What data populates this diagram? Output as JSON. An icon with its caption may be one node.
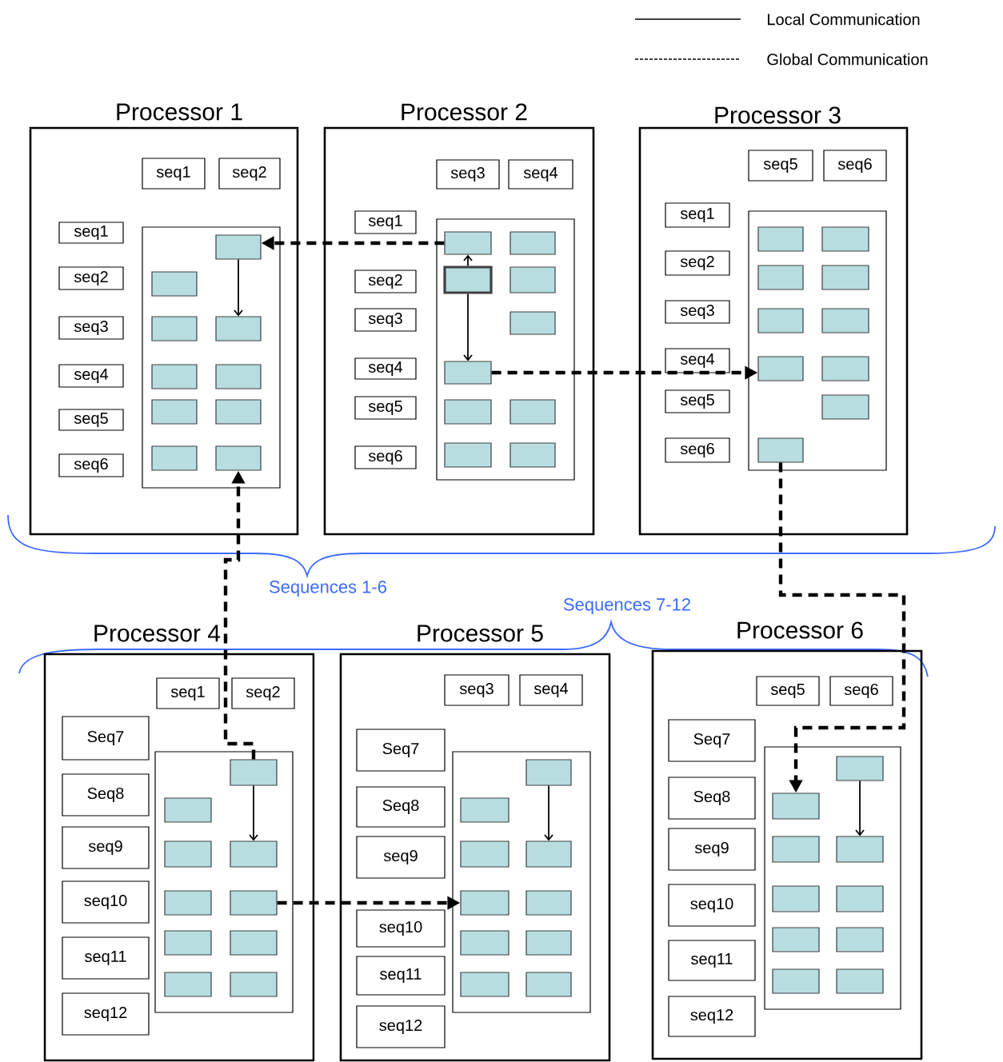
{
  "diagram": {
    "nodes": [
      {
        "text": [
          "Processor 1"
        ]
      },
      {
        "text": [
          "seq1"
        ],
        "in": 0
      },
      {
        "text": [
          "seq2"
        ],
        "in": 0
      },
      {
        "text": [
          "seq1"
        ],
        "in": 0
      },
      {
        "text": [
          "seq2"
        ],
        "in": 0
      },
      {
        "text": [
          "seq3"
        ],
        "in": 0
      },
      {
        "text": [
          "seq4"
        ],
        "in": 0
      },
      {
        "text": [
          "seq5"
        ],
        "in": 0
      },
      {
        "text": [
          "seq6"
        ],
        "in": 0
      },
      {
        "text": [],
        "shape": "box",
        "in": 0
      },
      {
        "text": [],
        "shape": "box",
        "in": 9
      },
      {
        "text": [],
        "shape": "box",
        "in": 9
      },
      {
        "text": [],
        "shape": "box",
        "in": 9
      },
      {
        "text": [],
        "shape": "box",
        "in": 9
      },
      {
        "text": [],
        "shape": "box",
        "in": 9
      },
      {
        "text": [],
        "shape": "box",
        "in": 9
      },
      {
        "text": [],
        "shape": "box",
        "in": 9
      },
      {
        "text": [],
        "shape": "box",
        "in": 9
      },
      {
        "text": [],
        "shape": "box",
        "in": 9
      },
      {
        "text": [],
        "shape": "box",
        "in": 9
      },
      {
        "text": [
          "Processor 2"
        ]
      },
      {
        "text": [
          "seq3"
        ],
        "in": 20
      },
      {
        "text": [
          "seq4"
        ],
        "in": 20
      },
      {
        "text": [
          "seq1"
        ],
        "in": 20
      },
      {
        "text": [
          "seq2"
        ],
        "in": 20
      },
      {
        "text": [
          "seq3"
        ],
        "in": 20
      },
      {
        "text": [
          "seq4"
        ],
        "in": 20
      },
      {
        "text": [
          "seq5"
        ],
        "in": 20
      },
      {
        "text": [
          "seq6"
        ],
        "in": 20
      },
      {
        "text": [],
        "shape": "box",
        "in": 20
      },
      {
        "text": [],
        "shape": "box",
        "in": 29
      },
      {
        "text": [],
        "shape": "box",
        "in": 29
      },
      {
        "text": [],
        "shape": "box",
        "in": 29
      },
      {
        "text": [],
        "shape": "box",
        "in": 29
      },
      {
        "text": [],
        "shape": "box",
        "in": 29
      },
      {
        "text": [],
        "shape": "box",
        "in": 29
      },
      {
        "text": [],
        "shape": "box",
        "in": 29
      },
      {
        "text": [],
        "shape": "box",
        "in": 29
      },
      {
        "text": [],
        "shape": "box",
        "in": 29
      },
      {
        "text": [],
        "shape": "box",
        "in": 29
      },
      {
        "text": [
          "Processor 3"
        ]
      },
      {
        "text": [
          "seq5"
        ],
        "in": 40
      },
      {
        "text": [
          "seq6"
        ],
        "in": 40
      },
      {
        "text": [
          "seq1"
        ],
        "in": 40
      },
      {
        "text": [
          "seq2"
        ],
        "in": 40
      },
      {
        "text": [
          "seq3"
        ],
        "in": 40
      },
      {
        "text": [
          "seq4"
        ],
        "in": 40
      },
      {
        "text": [
          "seq5"
        ],
        "in": 40
      },
      {
        "text": [
          "seq6"
        ],
        "in": 40
      },
      {
        "text": [],
        "shape": "box",
        "in": 40
      },
      {
        "text": [],
        "shape": "box",
        "in": 49
      },
      {
        "text": [],
        "shape": "box",
        "in": 49
      },
      {
        "text": [],
        "shape": "box",
        "in": 49
      },
      {
        "text": [],
        "shape": "box",
        "in": 49
      },
      {
        "text": [],
        "shape": "box",
        "in": 49
      },
      {
        "text": [],
        "shape": "box",
        "in": 49
      },
      {
        "text": [],
        "shape": "box",
        "in": 49
      },
      {
        "text": [],
        "shape": "box",
        "in": 49
      },
      {
        "text": [],
        "shape": "box",
        "in": 49
      },
      {
        "text": [],
        "shape": "box",
        "in": 49
      },
      {
        "text": [
          "Processor 4"
        ]
      },
      {
        "text": [
          "seq1"
        ],
        "in": 60
      },
      {
        "text": [
          "seq2"
        ],
        "in": 60
      },
      {
        "text": [
          "Seq7"
        ],
        "in": 60
      },
      {
        "text": [
          "Seq8"
        ],
        "in": 60
      },
      {
        "text": [
          "seq9"
        ],
        "in": 60
      },
      {
        "text": [
          "seq10"
        ],
        "in": 60
      },
      {
        "text": [
          "seq11"
        ],
        "in": 60
      },
      {
        "text": [
          "seq12"
        ],
        "in": 60
      },
      {
        "text": [],
        "shape": "box",
        "in": 60
      },
      {
        "text": [],
        "shape": "box",
        "in": 69
      },
      {
        "text": [],
        "shape": "box",
        "in": 69
      },
      {
        "text": [],
        "shape": "box",
        "in": 69
      },
      {
        "text": [],
        "shape": "box",
        "in": 69
      },
      {
        "text": [],
        "shape": "box",
        "in": 69
      },
      {
        "text": [],
        "shape": "box",
        "in": 69
      },
      {
        "text": [],
        "shape": "box",
        "in": 69
      },
      {
        "text": [],
        "shape": "box",
        "in": 69
      },
      {
        "text": [],
        "shape": "box",
        "in": 69
      },
      {
        "text": [],
        "shape": "box",
        "in": 69
      },
      {
        "text": [
          "Processor 5"
        ]
      },
      {
        "text": [
          "seq3"
        ],
        "in": 80
      },
      {
        "text": [
          "seq4"
        ],
        "in": 80
      },
      {
        "text": [
          "Seq7"
        ],
        "in": 80
      },
      {
        "text": [
          "Seq8"
        ],
        "in": 80
      },
      {
        "text": [
          "seq9"
        ],
        "in": 80
      },
      {
        "text": [
          "seq10"
        ],
        "in": 80
      },
      {
        "text": [
          "seq11"
        ],
        "in": 80
      },
      {
        "text": [
          "seq12"
        ],
        "in": 80
      },
      {
        "text": [],
        "shape": "box",
        "in": 80
      },
      {
        "text": [],
        "shape": "box",
        "in": 89
      },
      {
        "text": [],
        "shape": "box",
        "in": 89
      },
      {
        "text": [],
        "shape": "box",
        "in": 89
      },
      {
        "text": [],
        "shape": "box",
        "in": 89
      },
      {
        "text": [],
        "shape": "box",
        "in": 89
      },
      {
        "text": [],
        "shape": "box",
        "in": 89
      },
      {
        "text": [],
        "shape": "box",
        "in": 89
      },
      {
        "text": [],
        "shape": "box",
        "in": 89
      },
      {
        "text": [],
        "shape": "box",
        "in": 89
      },
      {
        "text": [],
        "shape": "box",
        "in": 89
      },
      {
        "text": [
          "Processor 6"
        ]
      },
      {
        "text": [
          "seq5"
        ],
        "in": 100
      },
      {
        "text": [
          "seq6"
        ],
        "in": 100
      },
      {
        "text": [
          "Seq7"
        ],
        "in": 100
      },
      {
        "text": [
          "Seq8"
        ],
        "in": 100
      },
      {
        "text": [
          "seq9"
        ],
        "in": 100
      },
      {
        "text": [
          "seq10"
        ],
        "in": 100
      },
      {
        "text": [
          "seq11"
        ],
        "in": 100
      },
      {
        "text": [
          "seq12"
        ],
        "in": 100
      },
      {
        "text": [],
        "shape": "box",
        "in": 100
      },
      {
        "text": [],
        "shape": "box",
        "in": 109
      },
      {
        "text": [],
        "shape": "box",
        "in": 109
      },
      {
        "text": [],
        "shape": "box",
        "in": 109
      },
      {
        "text": [],
        "shape": "box",
        "in": 109
      },
      {
        "text": [],
        "shape": "box",
        "in": 109
      },
      {
        "text": [],
        "shape": "box",
        "in": 109
      },
      {
        "text": [],
        "shape": "box",
        "in": 109
      },
      {
        "text": [],
        "shape": "box",
        "in": 109
      },
      {
        "text": [],
        "shape": "box",
        "in": 109
      },
      {
        "text": [],
        "shape": "box",
        "in": 109
      }
    ],
    "edges": [
      {
        "from": 10,
        "to": 13,
        "arrow": "to"
      },
      {
        "from": 32,
        "to": 30,
        "arrow": "to"
      },
      {
        "from": 32,
        "to": 35,
        "arrow": "to"
      },
      {
        "from": 30,
        "to": 10,
        "arrow": "to",
        "style": "dashed"
      },
      {
        "from": 35,
        "to": 56,
        "arrow": "to",
        "style": "dashed"
      },
      {
        "from": 59,
        "to": 111,
        "arrow": "to",
        "style": "dashed"
      },
      {
        "from": 70,
        "to": 19,
        "arrow": "to",
        "style": "dashed"
      },
      {
        "from": 70,
        "to": 73,
        "arrow": "to"
      },
      {
        "from": 75,
        "to": 94,
        "arrow": "to",
        "style": "dashed"
      },
      {
        "from": 90,
        "to": 93,
        "arrow": "to"
      },
      {
        "from": 110,
        "to": 113,
        "arrow": "to"
      }
    ],
    "labels": [
      "Sequences 1-6",
      "Sequences 7-12"
    ],
    "legend": [
      {
        "text": "Local Communication"
      },
      {
        "text": "Global Communication"
      }
    ]
  }
}
